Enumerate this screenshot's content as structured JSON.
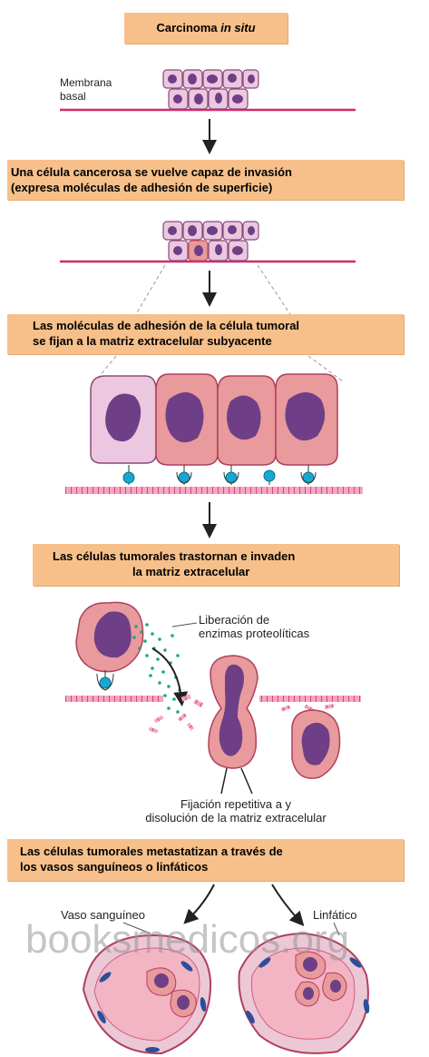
{
  "steps": {
    "s1": {
      "pre": "Carcinoma ",
      "em": "in situ"
    },
    "s2": {
      "line1": "Una célula cancerosa se vuelve capaz de invasión",
      "line2": "(expresa moléculas de adhesión de superficie)"
    },
    "s3": {
      "line1": "Las moléculas de adhesión de la célula tumoral",
      "line2": "se fijan a la matriz extracelular subyacente"
    },
    "s4": {
      "line1": "Las células tumorales trastornan e invaden",
      "line2": "la matriz extracelular"
    },
    "s5": {
      "line1": "Las células tumorales metastatizan a través de",
      "line2": "los vasos sanguíneos o linfáticos"
    }
  },
  "labels": {
    "membrana_line1": "Membrana",
    "membrana_line2": "basal",
    "enzimas_line1": "Liberación de",
    "enzimas_line2": "enzimas proteolíticas",
    "fijacion_line1": "Fijación repetitiva a y",
    "fijacion_line2": "disolución de la matriz extracelular",
    "vaso": "Vaso sanguíneo",
    "linfatico": "Linfático"
  },
  "watermark": "booksmedicos.org",
  "colors": {
    "box": "#f7c08a",
    "membrane": "#d6286a",
    "cell_tumor": "#e99a9c",
    "cell_normal": "#ecc8e0",
    "nucleus": "#6e3f86",
    "receptor": "#19a7cf",
    "enzyme": "#1fa77f"
  }
}
